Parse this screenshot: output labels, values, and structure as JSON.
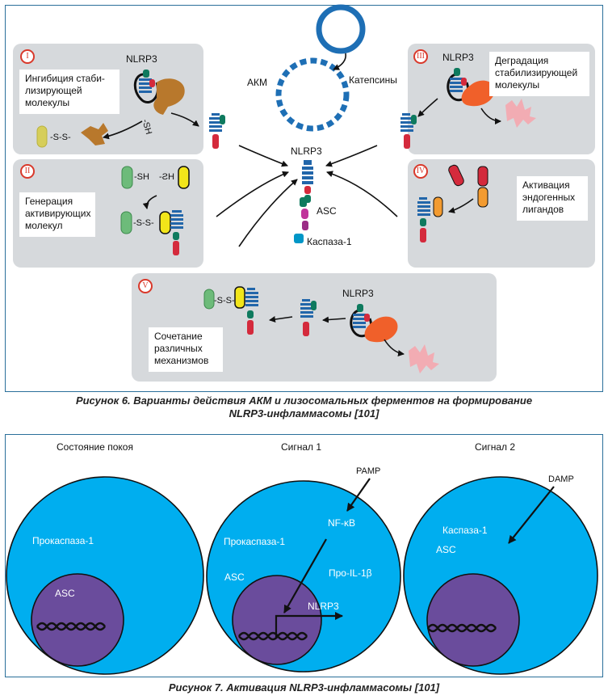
{
  "fig6": {
    "panel1": {
      "roman": "I",
      "nlrp3": "NLRP3",
      "box": [
        "Ингибиция стаби-",
        "лизирующей",
        "молекулы"
      ],
      "sh": "-SH",
      "ss": "-S-S-"
    },
    "panel2": {
      "roman": "II",
      "sh_left": "-SH",
      "sh_right": "HS-",
      "box": [
        "Генерация",
        "активирующих",
        "молекул"
      ],
      "ss": "-S-S-"
    },
    "panel3": {
      "roman": "III",
      "nlrp3": "NLRP3",
      "box": [
        "Деградация",
        "стабилизирующей",
        "молекулы"
      ]
    },
    "panel4": {
      "roman": "IV",
      "box": [
        "Активация",
        "эндогенных",
        "лигандов"
      ]
    },
    "panel5": {
      "roman": "V",
      "nlrp3": "NLRP3",
      "ss": "-S-S-",
      "box": [
        "Сочетание",
        "различных",
        "механизмов"
      ]
    },
    "center": {
      "akm": "АКМ",
      "cathepsins": "Катепсины",
      "nlrp3": "NLRP3",
      "asc": "ASC",
      "caspase": "Каспаза-1"
    },
    "caption": [
      "Рисунок 6. Варианты действия АКМ и лизосомальных ферментов на формирование",
      "NLRP3-инфламмасомы [101]"
    ]
  },
  "fig7": {
    "states": [
      "Состояние покоя",
      "Сигнал 1",
      "Сигнал 2"
    ],
    "cell1": {
      "procaspase": "Прокаспаза-1",
      "asc": "ASC"
    },
    "cell2": {
      "pamp": "PAMP",
      "nfkb": "NF-κB",
      "procaspase": "Прокаспаза-1",
      "asc": "ASC",
      "proil": "Про-IL-1β",
      "nlrp3": "NLRP3"
    },
    "cell3": {
      "damp": "DAMP",
      "caspase": "Каспаза-1",
      "asc": "ASC"
    },
    "caption": "Рисунок 7. Активация NLRP3-инфламмасомы [101]"
  },
  "colors": {
    "frame": "#2a6f9a",
    "panel": "#d6d9dc",
    "cell": "#00aeef",
    "nucleus": "#6a4c9c",
    "ring": "#1e6fb5",
    "red": "#d9392b"
  }
}
